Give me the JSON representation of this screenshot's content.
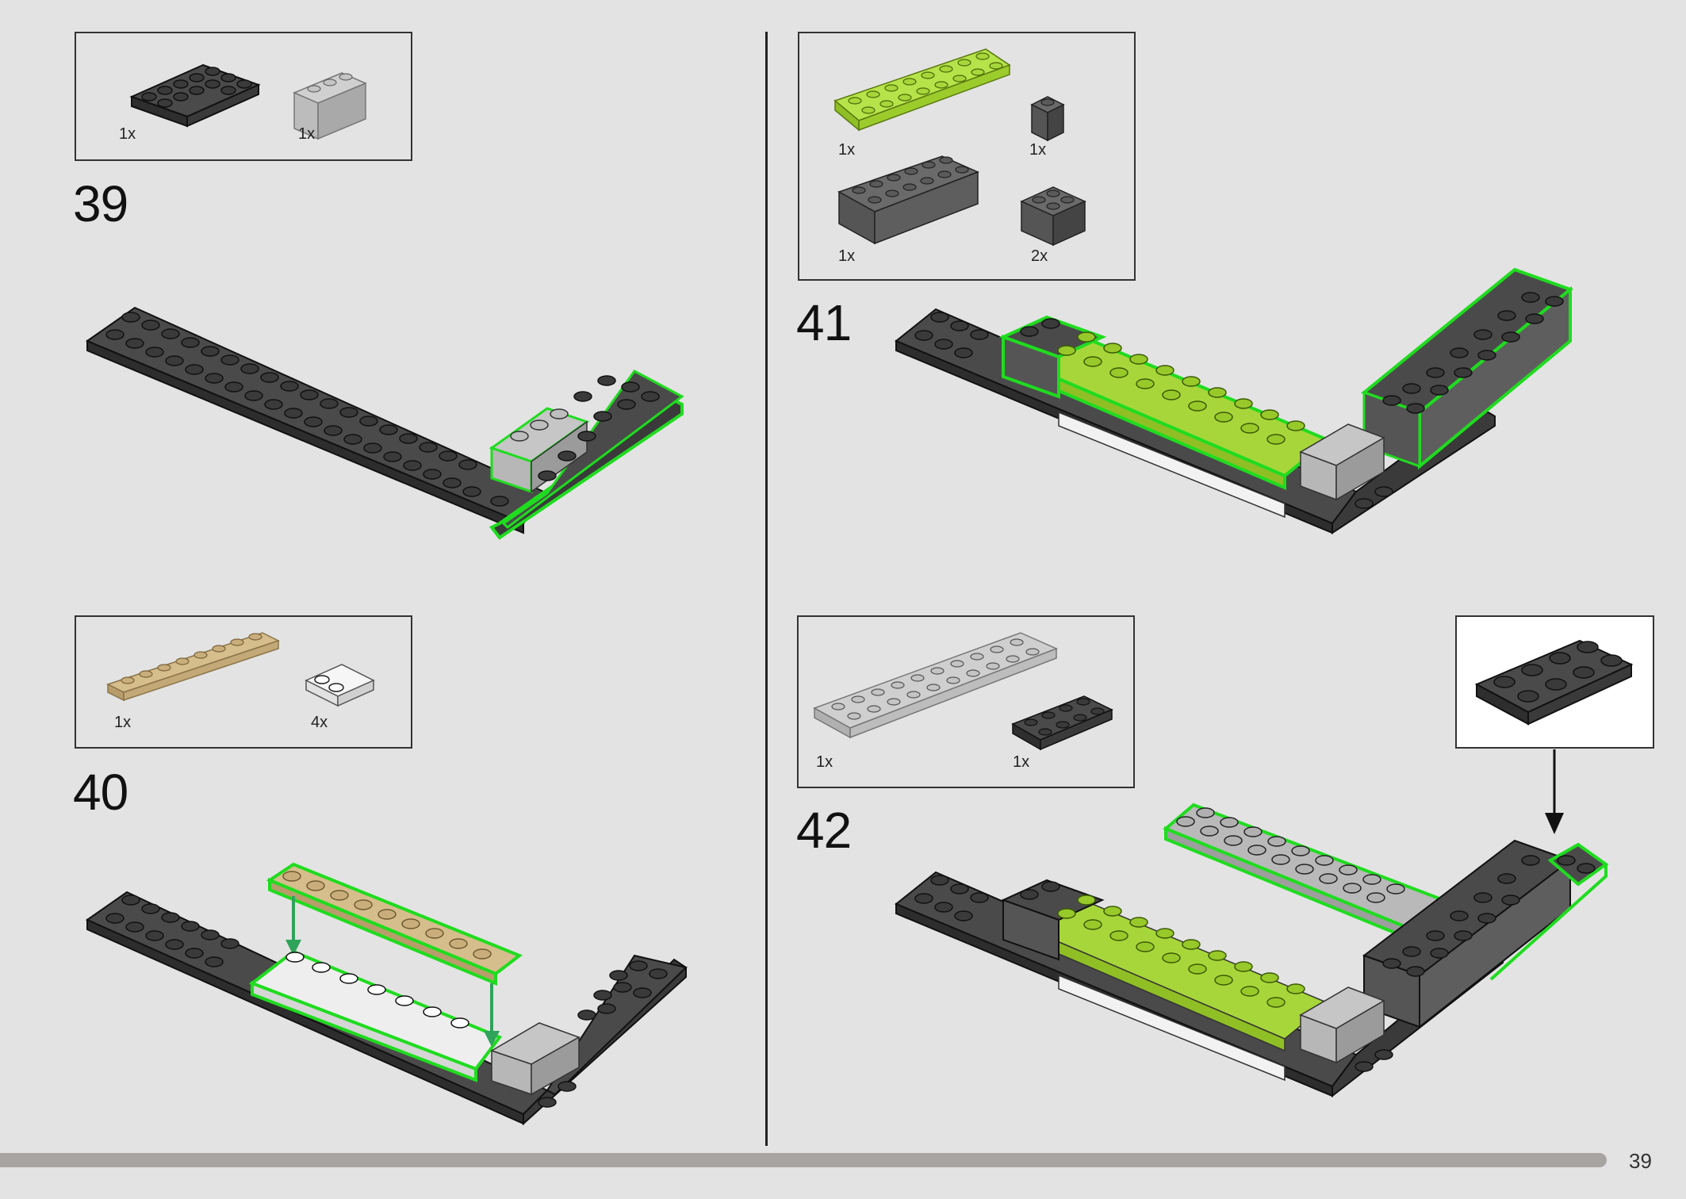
{
  "steps": [
    {
      "number": "39",
      "parts": [
        {
          "qty": "1x",
          "color": "#3f3f3f"
        },
        {
          "qty": "1x",
          "color": "#b9b9b9"
        }
      ]
    },
    {
      "number": "40",
      "parts": [
        {
          "qty": "1x",
          "color": "#d6bd8c"
        },
        {
          "qty": "4x",
          "color": "#f2f2f2"
        }
      ]
    },
    {
      "number": "41",
      "parts": [
        {
          "qty": "1x",
          "color": "#a7d63a"
        },
        {
          "qty": "1x",
          "color": "#5a5a5a"
        },
        {
          "qty": "1x",
          "color": "#5e5e5e"
        },
        {
          "qty": "2x",
          "color": "#5a5a5a"
        }
      ]
    },
    {
      "number": "42",
      "parts": [
        {
          "qty": "1x",
          "color": "#bdbdbd"
        },
        {
          "qty": "1x",
          "color": "#3f3f3f"
        }
      ]
    }
  ],
  "page_number": "39",
  "progress": 0.95,
  "colors": {
    "highlight": "#1fdc1f",
    "dark_grey": "#3f3f3f",
    "light_grey": "#b9b9b9",
    "lime": "#a7d63a",
    "tan": "#d6bd8c",
    "white": "#f2f2f2",
    "arrow_green": "#2fa35a"
  }
}
